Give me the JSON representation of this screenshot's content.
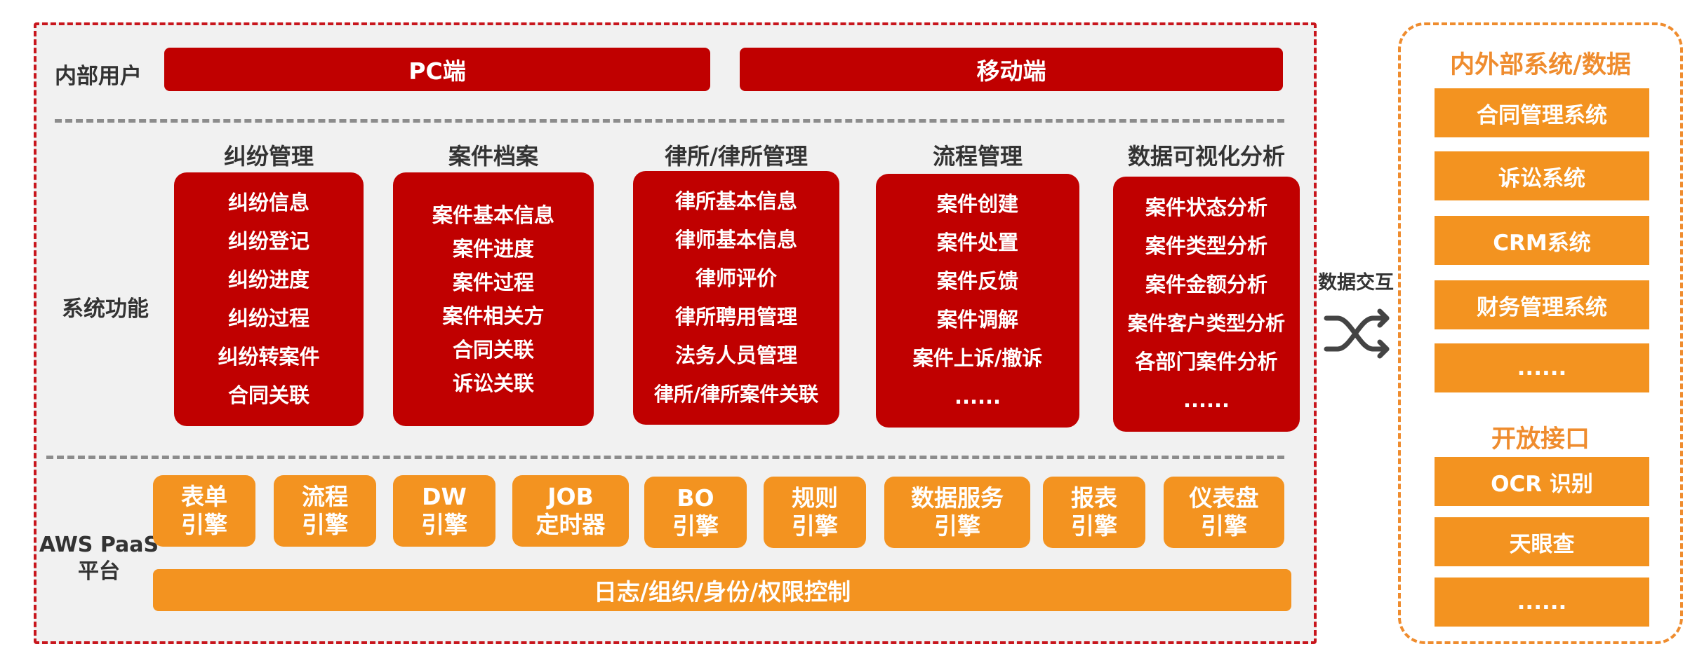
{
  "platform": {
    "internal_users_label": "内部用户",
    "pc_label": "PC端",
    "mobile_label": "移动端",
    "system_functions_label": "系统功能",
    "paas_label_line1": "AWS PaaS",
    "paas_label_line2": "平台"
  },
  "modules": [
    {
      "title": "纠纷管理",
      "items": [
        "纠纷信息",
        "纠纷登记",
        "纠纷进度",
        "纠纷过程",
        "纠纷转案件",
        "合同关联"
      ]
    },
    {
      "title": "案件档案",
      "items": [
        "案件基本信息",
        "案件进度",
        "案件过程",
        "案件相关方",
        "合同关联",
        "诉讼关联"
      ]
    },
    {
      "title": "律所/律所管理",
      "items": [
        "律所基本信息",
        "律师基本信息",
        "律师评价",
        "律所聘用管理",
        "法务人员管理",
        "律所/律所案件关联"
      ]
    },
    {
      "title": "流程管理",
      "items": [
        "案件创建",
        "案件处置",
        "案件反馈",
        "案件调解",
        "案件上诉/撤诉",
        "......"
      ]
    },
    {
      "title": "数据可视化分析",
      "items": [
        "案件状态分析",
        "案件类型分析",
        "案件金额分析",
        "案件客户类型分析",
        "各部门案件分析",
        "......"
      ]
    }
  ],
  "engines": [
    {
      "line1": "表单",
      "line2": "引擎"
    },
    {
      "line1": "流程",
      "line2": "引擎"
    },
    {
      "line1": "DW",
      "line2": "引擎"
    },
    {
      "line1": "JOB",
      "line2": "定时器"
    },
    {
      "line1": "BO",
      "line2": "引擎"
    },
    {
      "line1": "规则",
      "line2": "引擎"
    },
    {
      "line1": "数据服务",
      "line2": "引擎"
    },
    {
      "line1": "报表",
      "line2": "引擎"
    },
    {
      "line1": "仪表盘",
      "line2": "引擎"
    }
  ],
  "foundation_bar": "日志/组织/身份/权限控制",
  "exchange": {
    "label": "数据交互",
    "icon": "shuffle-arrows-icon"
  },
  "external": {
    "systems_title": "内外部系统/数据",
    "systems": [
      "合同管理系统",
      "诉讼系统",
      "CRM系统",
      "财务管理系统",
      "......"
    ],
    "interfaces_title": "开放接口",
    "interfaces": [
      "OCR 识别",
      "天眼查",
      "......"
    ]
  },
  "colors": {
    "primary_red": "#c00000",
    "frame_red": "#c8161d",
    "accent_orange": "#f39320",
    "frame_orange": "#ef8c2e",
    "panel_gray": "#f1f1f1"
  }
}
